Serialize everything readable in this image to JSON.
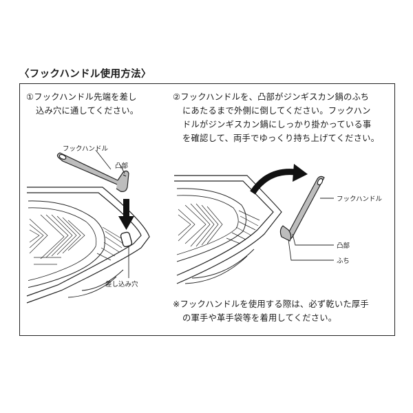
{
  "heading": "〈フックハンドル使用方法〉",
  "step1": {
    "lines": [
      "①フックハンドル先端を差し",
      "込み穴に通してください。"
    ]
  },
  "step2": {
    "lines": [
      "②フックハンドルを、凸部がジンギスカン鍋のふち",
      "にあたるまで外側に倒してください。フックハン",
      "ドルがジンギスカン鍋にしっかり掛かっている事",
      "を確認して、両手でゆっくり持ち上げてください。"
    ]
  },
  "labels": {
    "hook_handle_left": "フックハンドル",
    "protrusion_left": "凸部",
    "insertion_hole": "差し込み穴",
    "hook_handle_right": "フックハンドル",
    "protrusion_right": "凸部",
    "rim": "ふち"
  },
  "note": {
    "lines": [
      "※フックハンドルを使用する際は、必ず乾いた厚手",
      "の軍手や革手袋等を着用してください。"
    ]
  },
  "colors": {
    "line": "#222222",
    "pan_fill": "#ffffff",
    "handle_fill": "#bdbdbd"
  }
}
